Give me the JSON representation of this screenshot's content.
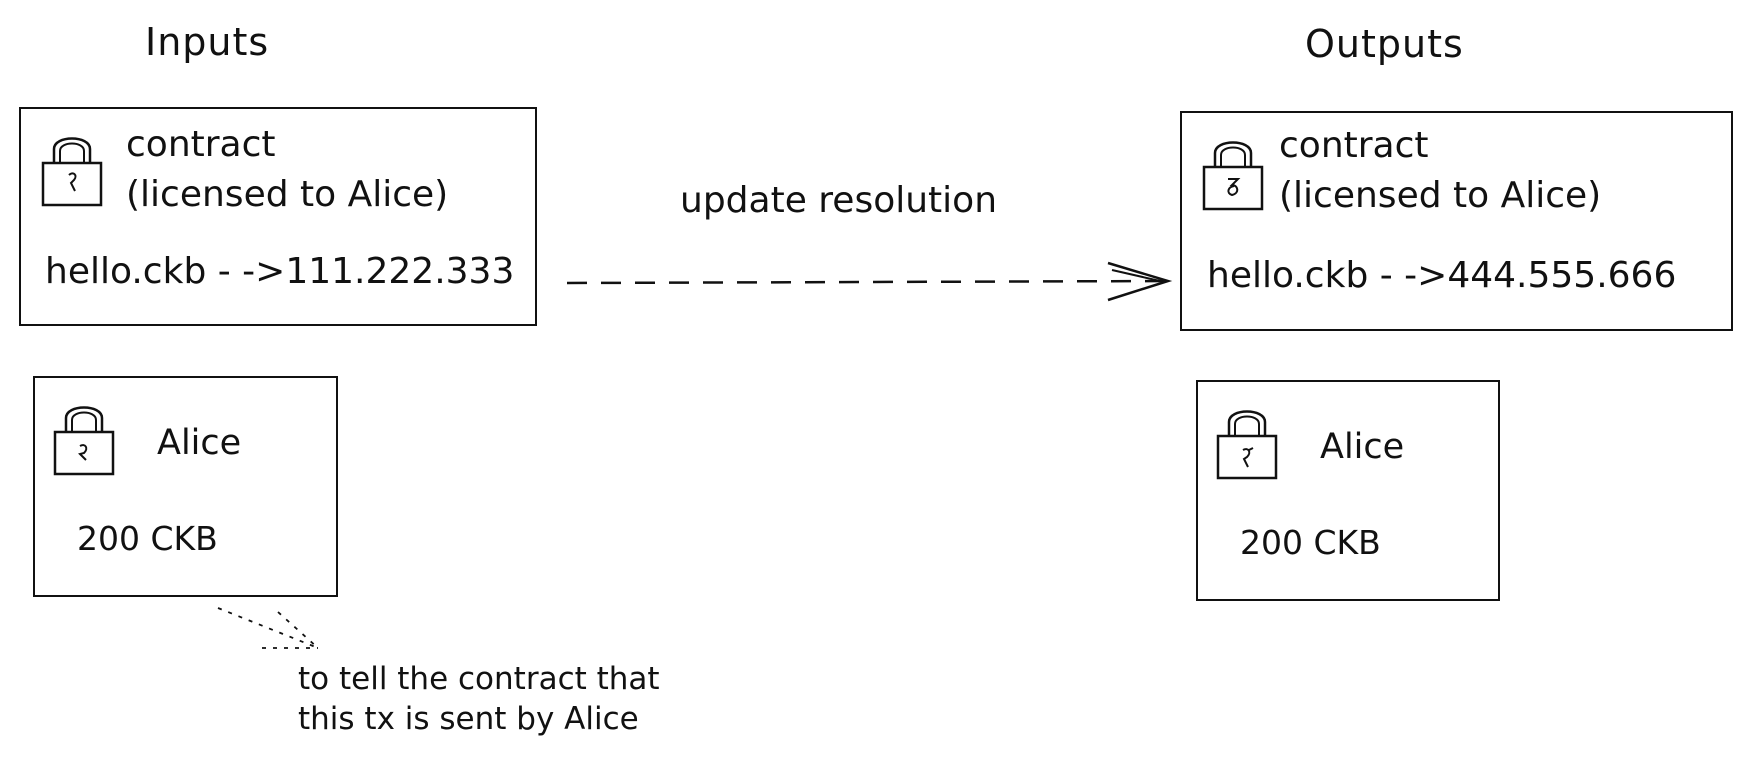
{
  "inputs": {
    "heading": "Inputs",
    "contract_cell": {
      "title_line1": "contract",
      "title_line2": "(licensed to Alice)",
      "data_line": "hello.ckb - ->111.222.333"
    },
    "alice_cell": {
      "owner": "Alice",
      "amount": "200 CKB"
    }
  },
  "outputs": {
    "heading": "Outputs",
    "contract_cell": {
      "title_line1": "contract",
      "title_line2": "(licensed to Alice)",
      "data_line": "hello.ckb - ->444.555.666"
    },
    "alice_cell": {
      "owner": "Alice",
      "amount": "200 CKB"
    }
  },
  "arrow_label": "update resolution",
  "note": {
    "line1": "to tell the contract that",
    "line2": "this tx is sent by Alice"
  },
  "icons": [
    "lock-icon"
  ],
  "colors": {
    "stroke": "#111111",
    "background": "#ffffff"
  }
}
